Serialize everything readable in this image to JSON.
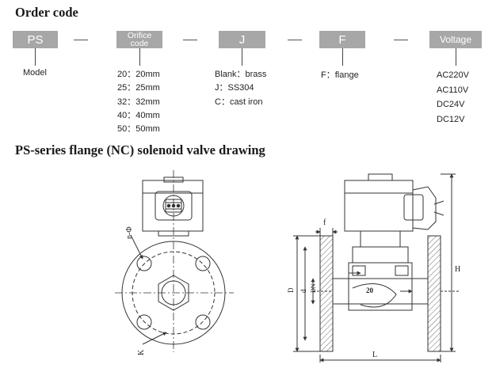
{
  "sections": {
    "order_code_title": "Order code",
    "drawing_title": "PS-series flange (NC) solenoid valve drawing"
  },
  "order_code": {
    "model": {
      "code": "PS",
      "description": "Model"
    },
    "orifice": {
      "label_line1": "Orifice",
      "label_line2": "code",
      "options": [
        "20：20mm",
        "25：25mm",
        "32：32mm",
        "40：40mm",
        "50：50mm"
      ]
    },
    "material": {
      "code": "J",
      "options": [
        "Blank：brass",
        "J：SS304",
        "C：cast iron"
      ]
    },
    "connection": {
      "code": "F",
      "description": "F：flange"
    },
    "voltage": {
      "label": "Voltage",
      "options": [
        "AC220V",
        "AC110V",
        "DC24V",
        "DC12V"
      ]
    },
    "separator": "—"
  },
  "drawing_labels": {
    "bolt_holes": "n-Φ",
    "bolt_circle": "K",
    "flange_thickness": "f",
    "outer_diameter": "D",
    "pcd": "d",
    "nominal_dia": "DN",
    "height": "H",
    "length": "L",
    "body_size": "20"
  }
}
